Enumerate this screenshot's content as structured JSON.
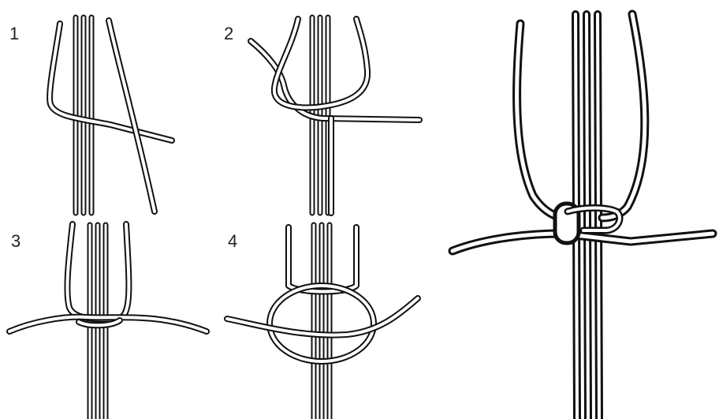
{
  "steps": [
    {
      "label": "1"
    },
    {
      "label": "2"
    },
    {
      "label": "3"
    },
    {
      "label": "4"
    }
  ],
  "colors": {
    "line": "#111111",
    "cord_fill": "#ffffff",
    "background": "#ffffff"
  },
  "icons": [
    "cord-strand",
    "knot-loop"
  ]
}
